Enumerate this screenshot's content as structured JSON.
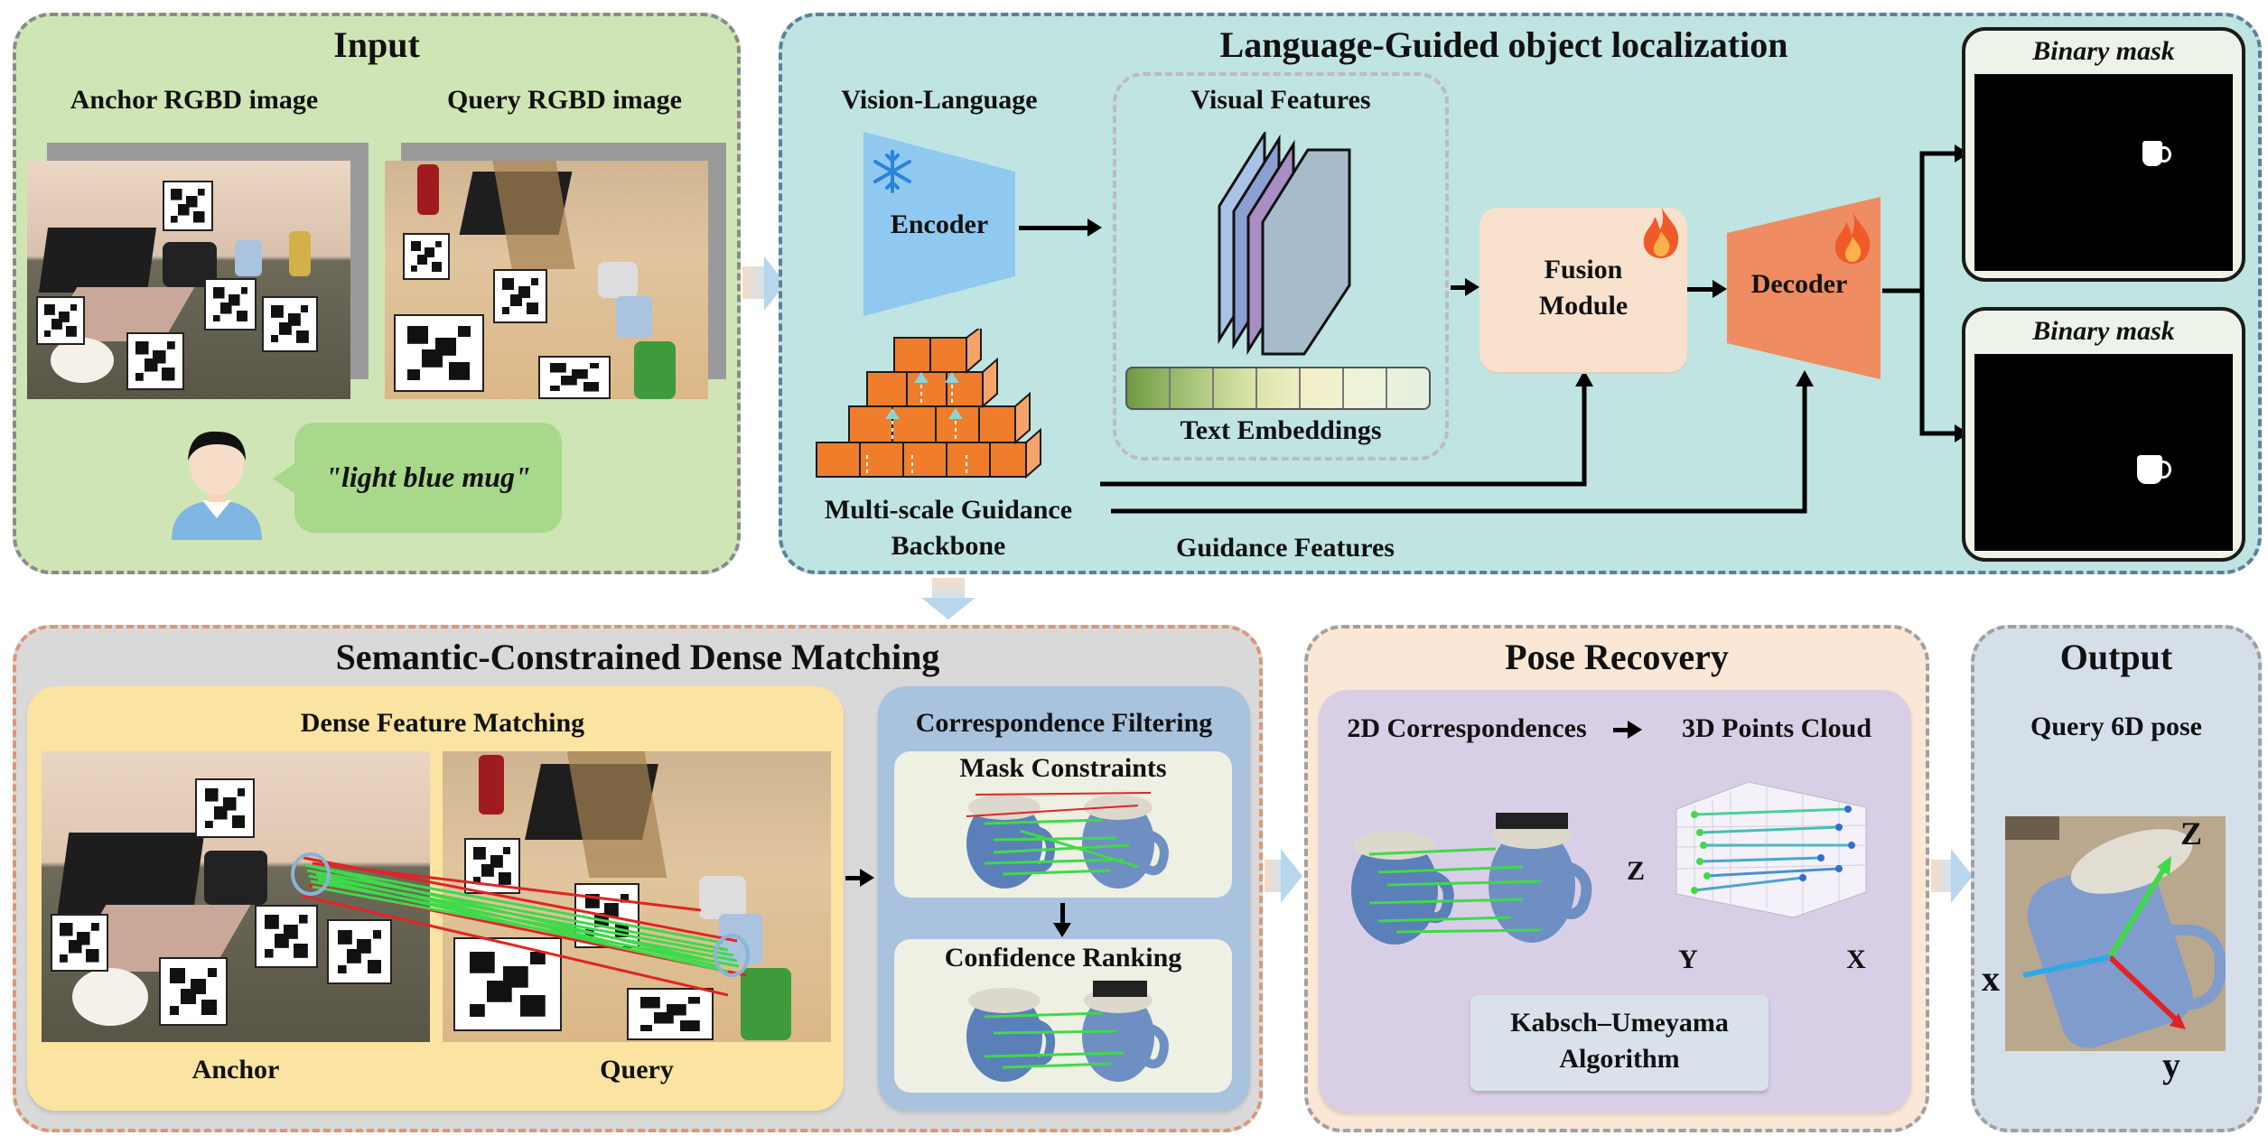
{
  "input": {
    "title": "Input",
    "anchor_label": "Anchor RGBD image",
    "query_label": "Query RGBD image",
    "speech_text": "\"light blue mug\"",
    "user_icon": "user-avatar-icon"
  },
  "localization": {
    "title": "Language-Guided object localization",
    "vl_label": "Vision-Language",
    "encoder_label": "Encoder",
    "visual_features_label": "Visual Features",
    "text_embeddings_label": "Text Embeddings",
    "backbone_label_line1": "Multi-scale Guidance",
    "backbone_label_line2": "Backbone",
    "guidance_features_label": "Guidance Features",
    "fusion_line1": "Fusion",
    "fusion_line2": "Module",
    "decoder_label": "Decoder",
    "mask_top_label": "Binary mask",
    "mask_bottom_label": "Binary mask",
    "frozen_icon": "snowflake-icon",
    "trainable_icon": "flame-icon"
  },
  "matching": {
    "title": "Semantic-Constrained Dense Matching",
    "dense_title": "Dense Feature Matching",
    "anchor_label": "Anchor",
    "query_label": "Query",
    "filtering_title": "Correspondence Filtering",
    "mask_constraints_label": "Mask Constraints",
    "confidence_ranking_label": "Confidence Ranking"
  },
  "pose": {
    "title": "Pose Recovery",
    "corr_label": "2D Correspondences",
    "cloud_label": "3D Points Cloud",
    "axis_z": "Z",
    "axis_y": "Y",
    "axis_x": "X",
    "algo_line1": "Kabsch–Umeyama",
    "algo_line2": "Algorithm"
  },
  "output": {
    "title": "Output",
    "pose_label": "Query 6D pose",
    "axis_z": "Z",
    "axis_x": "x",
    "axis_y": "y"
  },
  "colors": {
    "input_bg": "#cfe5b5",
    "localization_bg": "#bfe4e1",
    "matching_bg": "#d9d9d9",
    "dense_bg": "#fbe3a2",
    "filter_bg": "#a9c2de",
    "pose_bg": "#fbe7d6",
    "pose_inner_bg": "#d8cfe6",
    "output_bg": "#d4dfea",
    "encoder": "#8fc9f0",
    "decoder": "#ef8c61",
    "fusion": "#f8e1cd",
    "match_green": "#3fd94a",
    "match_red": "#e02424"
  }
}
